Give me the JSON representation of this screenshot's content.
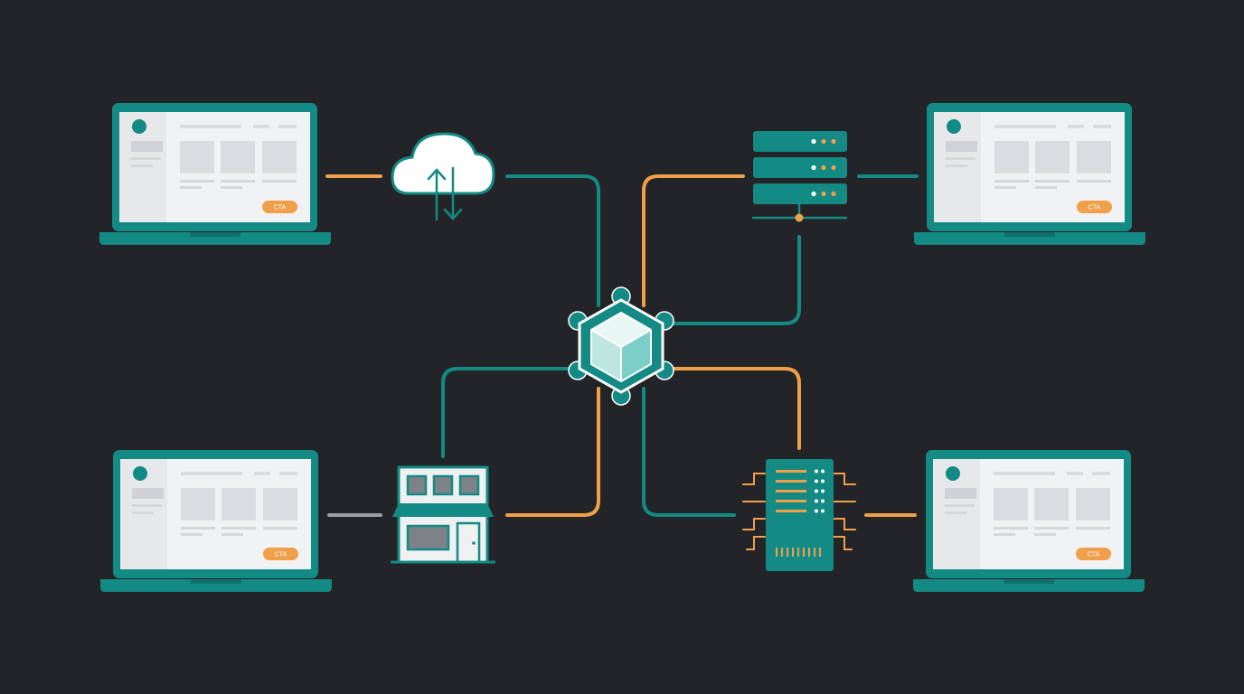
{
  "colors": {
    "background": "#222427",
    "teal": "#138a84",
    "teal_dark": "#0f6f6a",
    "orange": "#f0a04b",
    "gray_link": "#9aa0a6",
    "screen": "#f1f2f3",
    "white": "#ffffff"
  },
  "laptops": [
    {
      "position": "top-left",
      "cta_label": "CTA"
    },
    {
      "position": "top-right",
      "cta_label": "CTA"
    },
    {
      "position": "bottom-left",
      "cta_label": "CTA"
    },
    {
      "position": "bottom-right",
      "cta_label": "CTA"
    }
  ],
  "nodes": {
    "hub": "hub-cube-icon",
    "cloud": "cloud-sync-icon",
    "server_rack": "server-rack-icon",
    "store": "storefront-icon",
    "data_server": "server-tower-icon"
  }
}
